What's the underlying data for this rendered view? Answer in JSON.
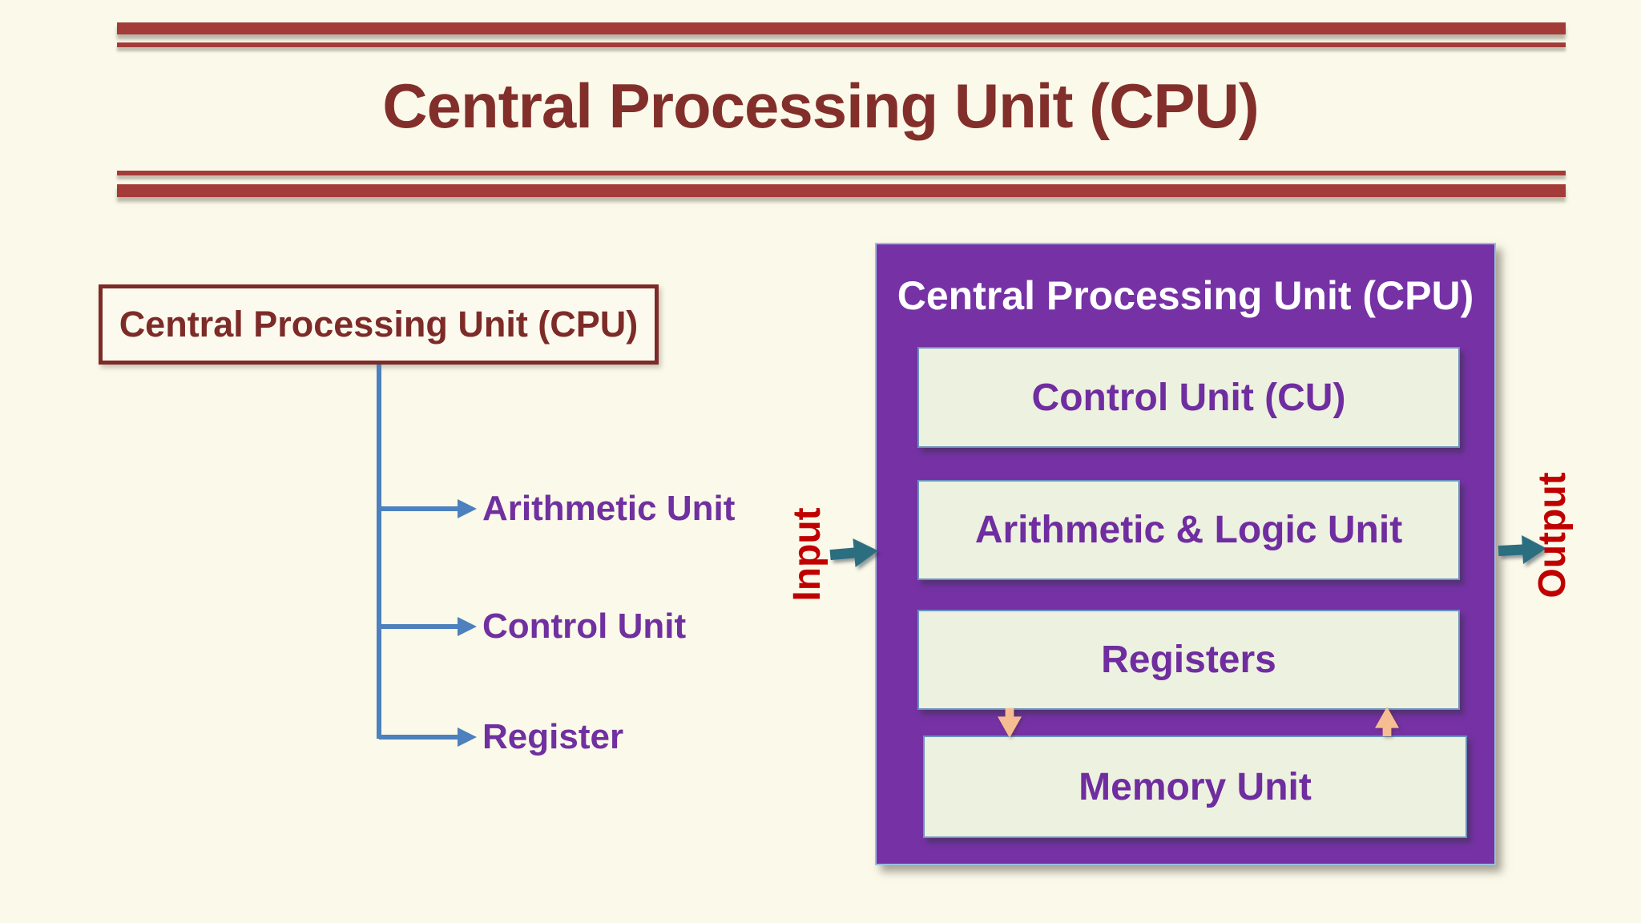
{
  "header": {
    "title": "Central Processing Unit (CPU)"
  },
  "tree": {
    "root_label": "Central Processing Unit (CPU)",
    "items": [
      {
        "label": "Arithmetic Unit"
      },
      {
        "label": "Control Unit"
      },
      {
        "label": "Register"
      }
    ]
  },
  "cpu": {
    "title": "Central Processing Unit (CPU)",
    "boxes": [
      {
        "label": "Control Unit (CU)"
      },
      {
        "label": "Arithmetic & Logic Unit"
      },
      {
        "label": "Registers"
      },
      {
        "label": "Memory Unit"
      }
    ],
    "input_label": "Input",
    "output_label": "Output"
  },
  "colors": {
    "background": "#FBF9E9",
    "title_maroon": "#822F2B",
    "rule_red": "#A33B38",
    "tree_box_maroon": "#7D2B28",
    "connector_blue": "#4C80BE",
    "leaf_purple": "#7030A0",
    "cpu_fill_purple": "#7632A5",
    "cpu_inner_fill": "#EDF1DF",
    "cpu_text_purple": "#6F2DA0",
    "io_red": "#C00000",
    "io_arrow_teal": "#2A6E80",
    "transfer_arrow_peach": "#F6BD92"
  }
}
